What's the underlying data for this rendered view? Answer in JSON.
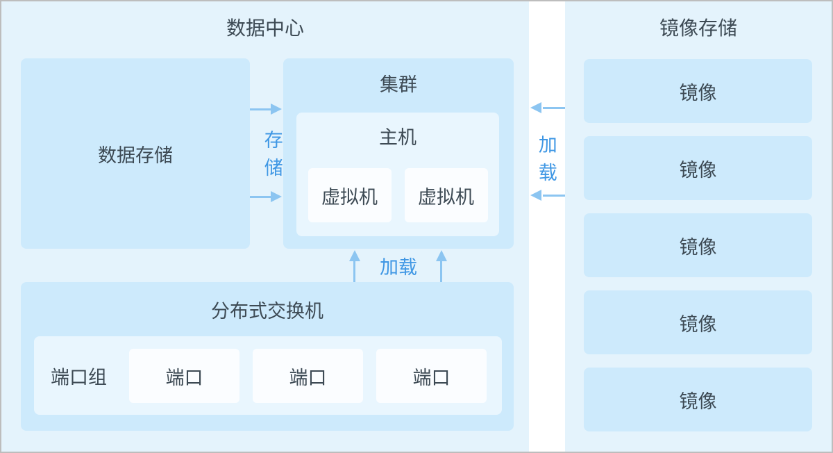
{
  "palette": {
    "panel_bg": "#e4f3fc",
    "box_dark": "#cdeafc",
    "box_mid": "#e9f6fe",
    "box_light": "#fbfdff",
    "frame_border": "#bdbdbd",
    "text": "#3d4a54",
    "accent_text": "#3f97e4",
    "arrow": "#8cc5f1"
  },
  "datacenter": {
    "title": "数据中心",
    "data_storage": {
      "label": "数据存储"
    },
    "cluster": {
      "title": "集群",
      "host": {
        "title": "主机",
        "vms": [
          {
            "label": "虚拟机"
          },
          {
            "label": "虚拟机"
          }
        ]
      }
    },
    "switch": {
      "title": "分布式交换机",
      "port_group": {
        "label": "端口组",
        "ports": [
          {
            "label": "端口"
          },
          {
            "label": "端口"
          },
          {
            "label": "端口"
          }
        ]
      }
    },
    "storage_flow": {
      "label": "存储"
    },
    "load_flow": {
      "label": "加载"
    }
  },
  "image_flow": {
    "label": "加载"
  },
  "image_storage": {
    "title": "镜像存储",
    "images": [
      {
        "label": "镜像"
      },
      {
        "label": "镜像"
      },
      {
        "label": "镜像"
      },
      {
        "label": "镜像"
      },
      {
        "label": "镜像"
      }
    ]
  }
}
